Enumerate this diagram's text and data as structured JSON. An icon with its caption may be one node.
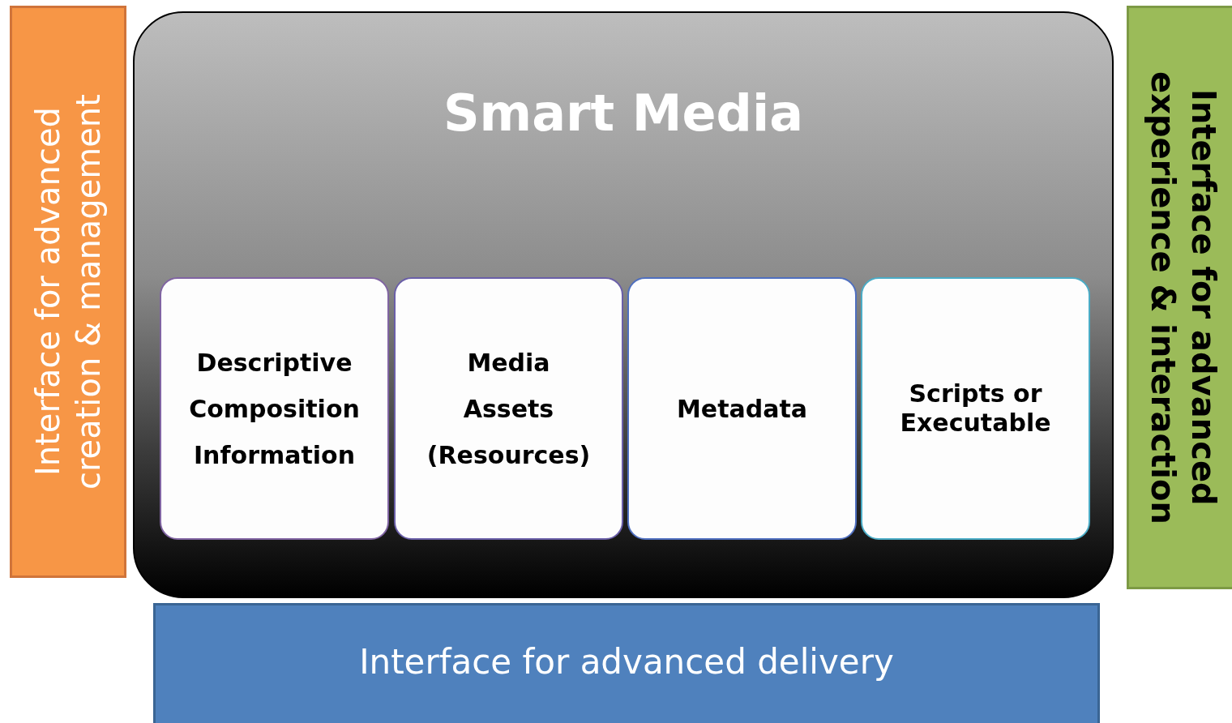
{
  "diagram": {
    "nodes": [
      {
        "text": [
          "Interface for advanced creation & management"
        ]
      },
      {
        "text": [
          "Smart Media"
        ]
      },
      {
        "text": [
          "Descriptive Composition Information"
        ],
        "in": 1
      },
      {
        "text": [
          "Media Assets (Resources)"
        ],
        "in": 1
      },
      {
        "text": [
          "Metadata"
        ],
        "in": 1
      },
      {
        "text": [
          "Scripts or Executable"
        ],
        "in": 1
      },
      {
        "text": [
          "Interface for advanced experience & interaction"
        ]
      },
      {
        "text": [
          "Interface for advanced delivery"
        ]
      }
    ]
  }
}
